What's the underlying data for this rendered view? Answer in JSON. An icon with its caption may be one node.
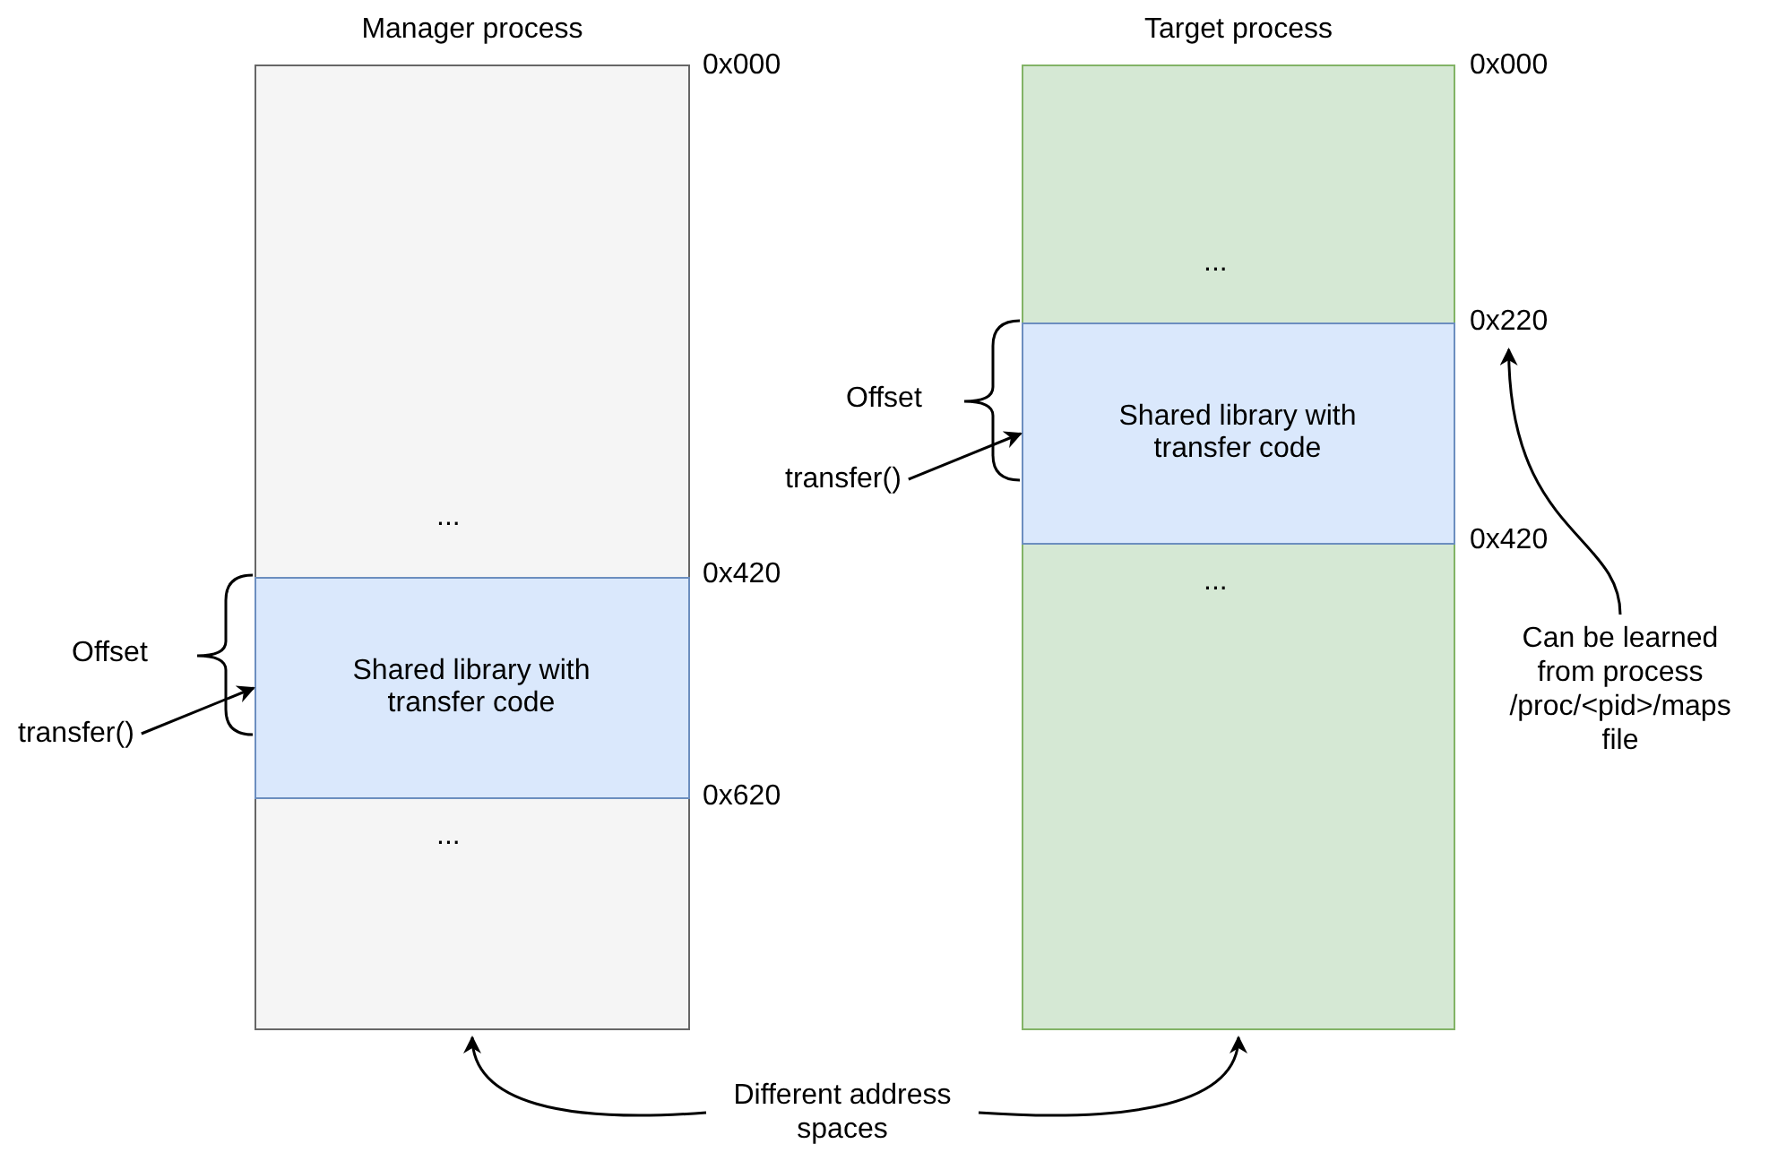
{
  "diagram": {
    "nodes": [
      {
        "text": [
          "Manager process"
        ]
      },
      {
        "text": [
          "Shared library with transfer code"
        ],
        "in": 0
      },
      {
        "text": [
          "Target process"
        ]
      },
      {
        "text": [
          "Shared library with transfer code"
        ],
        "in": 2
      },
      {
        "text": [
          "transfer()"
        ]
      },
      {
        "text": [
          "transfer()"
        ]
      },
      {
        "text": [
          "0x220"
        ]
      },
      {
        "text": [
          "Can be learned from process /proc/<pid>/maps file"
        ]
      },
      {
        "text": [
          "Different address spaces"
        ]
      }
    ],
    "edges": [
      {
        "from": 4,
        "to": 1,
        "arrow": "to"
      },
      {
        "from": 5,
        "to": 3,
        "arrow": "to"
      },
      {
        "from": 7,
        "to": 6,
        "arrow": "to"
      },
      {
        "from": 8,
        "to": 0,
        "arrow": "to"
      },
      {
        "from": 8,
        "to": 2,
        "arrow": "to"
      }
    ],
    "labels": [
      "0x000",
      "0x000",
      "...",
      "Offset",
      "...",
      "0x420",
      "0x420",
      "...",
      "Offset",
      "0x620",
      "..."
    ]
  }
}
